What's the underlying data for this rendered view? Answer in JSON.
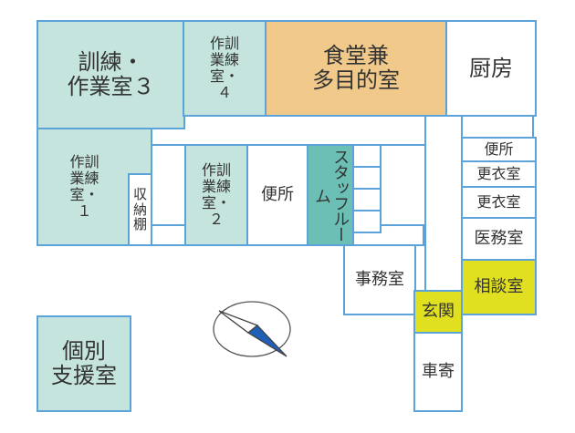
{
  "rooms": {
    "training3": "訓練・\n作業室３",
    "training4": "作訓\n業練\n室・\n４",
    "dining": "食堂兼\n多目的室",
    "kitchen": "厨房",
    "training1": "作訓\n業練\n室・\n１",
    "storage": "収\n納\n棚",
    "training2": "作訓\n業練\n室・\n２",
    "toilet_center": "便所",
    "staff_room": "スタッフルーム",
    "toilet_right": "便所",
    "locker1": "更衣室",
    "locker2": "更衣室",
    "medical": "医務室",
    "office": "事務室",
    "consultation": "相談室",
    "entrance": "玄関",
    "car_porch": "車寄",
    "individual_support": "個別\n支援室"
  },
  "compass_icon": "compass-north-arrow",
  "colors": {
    "wall": "#5ba3d8",
    "training_room": "#c5e4dd",
    "dining": "#f0c98b",
    "highlight": "#e0e020",
    "staff_room": "#6cbfb5"
  }
}
